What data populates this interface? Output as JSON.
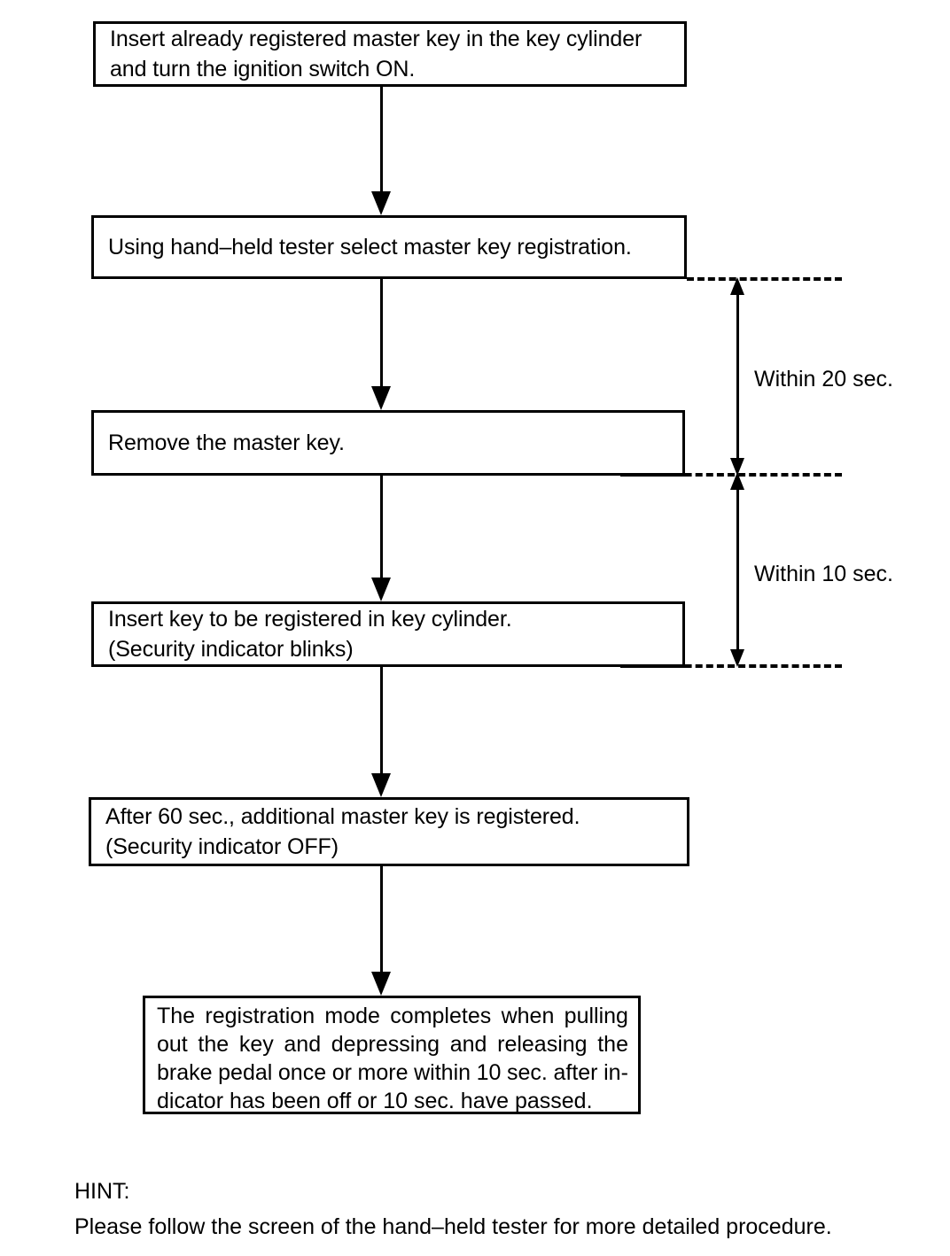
{
  "document": {
    "title": "Master Key Registration Procedure Flowchart",
    "type": "flowchart",
    "background_color": "#ffffff",
    "line_color": "#000000"
  },
  "flow": {
    "steps": [
      {
        "id": "step-1",
        "lines": [
          "Insert already registered master key in the key cylinder",
          "and turn the ignition switch ON."
        ]
      },
      {
        "id": "step-2",
        "lines": [
          "Using hand–held tester select master key registration."
        ]
      },
      {
        "id": "step-3",
        "lines": [
          "Remove the master key."
        ]
      },
      {
        "id": "step-4",
        "lines": [
          "Insert key to be registered in key cylinder.",
          "(Security indicator blinks)"
        ]
      },
      {
        "id": "step-5",
        "lines": [
          "After 60 sec., additional master key is registered.",
          "(Security indicator OFF)"
        ]
      }
    ],
    "final_step": {
      "id": "step-6",
      "lines": [
        [
          "The",
          "registration",
          "mode",
          "completes",
          "when",
          "pulling"
        ],
        [
          "out",
          "the",
          "key",
          "and",
          "depressing",
          "and",
          "releasing",
          "the"
        ],
        [
          "brake",
          "pedal",
          "once",
          "or",
          "more",
          "within",
          "10",
          "sec.",
          "after",
          "in-"
        ]
      ],
      "last_line": "dicator has been off or 10 sec. have passed."
    }
  },
  "timing_annotations": [
    {
      "id": "timing-20",
      "label": "Within 20 sec.",
      "from_step": "step-2",
      "to_step": "step-3"
    },
    {
      "id": "timing-10",
      "label": "Within 10 sec.",
      "from_step": "step-3",
      "to_step": "step-4"
    }
  ],
  "hint": {
    "heading": "HINT:",
    "text": "Please follow the screen of the hand–held tester for more detailed procedure."
  }
}
